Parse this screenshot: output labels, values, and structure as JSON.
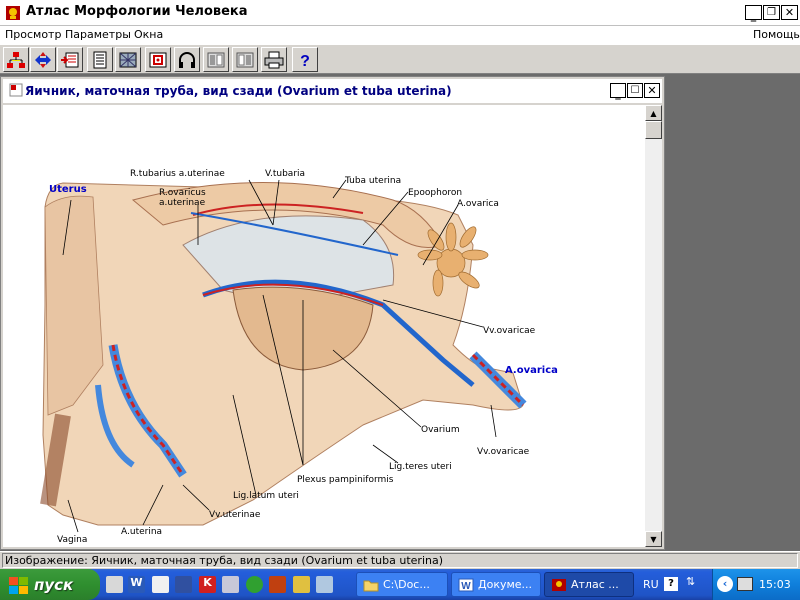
{
  "app": {
    "title": "Атлас Морфологии Человека"
  },
  "menu": {
    "items": [
      "Просмотр",
      "Параметры",
      "Окна"
    ],
    "help": "Помощь"
  },
  "toolbar": {
    "buttons": [
      {
        "icon": "hierarchy-icon"
      },
      {
        "icon": "navigate-arrows-icon"
      },
      {
        "icon": "book-export-icon"
      },
      {
        "icon": "document-icon"
      },
      {
        "icon": "magnify-pattern-icon"
      },
      {
        "icon": "zoom-fit-icon"
      },
      {
        "icon": "headphones-icon"
      },
      {
        "icon": "previous-image-icon"
      },
      {
        "icon": "next-image-icon"
      },
      {
        "icon": "print-icon"
      },
      {
        "icon": "help-icon"
      }
    ]
  },
  "child_window": {
    "title": "Яичник, маточная труба, вид сзади (Ovarium et tuba uterina)"
  },
  "figure": {
    "labels": {
      "uterus": "Uterus",
      "r_tubarius": "R.tubarius a.uterinae",
      "v_tubaria": "V.tubaria",
      "tuba_uterina": "Tuba uterina",
      "epoophoron": "Epoophoron",
      "r_ovaricus_1": "R.ovaricus",
      "r_ovaricus_2": "a.uterinae",
      "a_ovarica_top": "A.ovarica",
      "vv_ovaricae_mid": "Vv.ovaricae",
      "a_ovarica_blue": "A.ovarica",
      "ovarium": "Ovarium",
      "vv_ovaricae_bottom": "Vv.ovaricae",
      "lig_teres": "Lig.teres uteri",
      "plexus": "Plexus pampiniformis",
      "lig_latum": "Lig.latum uteri",
      "vv_uterinae": "Vv.uterinae",
      "a_uterina": "A.uterina",
      "vagina": "Vagina"
    }
  },
  "status": {
    "text": "Изображение: Яичник, маточная труба, вид сзади (Ovarium et tuba uterina)"
  },
  "taskbar": {
    "start_label": "пуск",
    "tasks": [
      {
        "label": "C:\\Doc...",
        "icon": "folder-icon"
      },
      {
        "label": "Докуме...",
        "icon": "word-icon"
      },
      {
        "label": "Атлас ...",
        "icon": "atlas-icon"
      }
    ],
    "lang": "RU",
    "clock": "15:03"
  },
  "colors": {
    "taskbar_blue": "#245edb",
    "start_green": "#2f8f2f",
    "child_title_text": "#000080",
    "label_blue": "#0000c8"
  }
}
